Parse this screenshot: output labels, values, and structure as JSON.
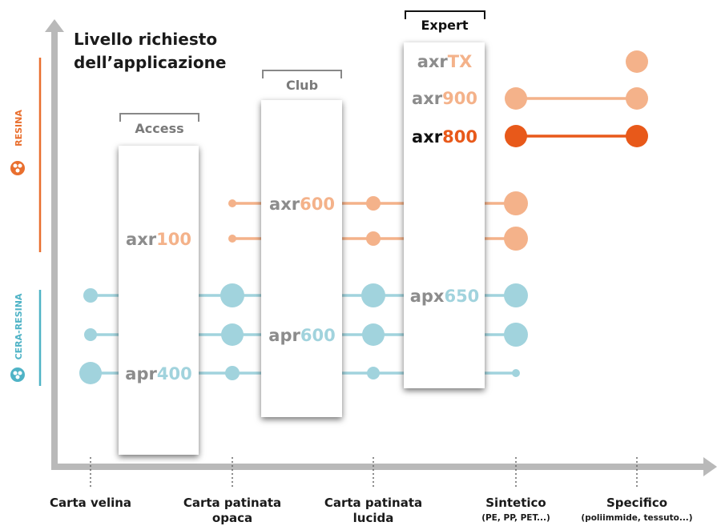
{
  "y_axis_title": [
    "Livello richiesto",
    "dell’applicazione"
  ],
  "side_labels": {
    "resin": "RESINA",
    "wax_resin": "CERA-RESINA"
  },
  "tiers": {
    "access": "Access",
    "club": "Club",
    "expert": "Expert"
  },
  "ribbons": {
    "axr100": {
      "prefix": "axr",
      "num": "100"
    },
    "apr400": {
      "prefix": "apr",
      "num": "400"
    },
    "axr600": {
      "prefix": "axr",
      "num": "600"
    },
    "apr600": {
      "prefix": "apr",
      "num": "600"
    },
    "axrtx": {
      "prefix": "axr",
      "num": "TX"
    },
    "axr900": {
      "prefix": "axr",
      "num": "900"
    },
    "axr800": {
      "prefix": "axr",
      "num": "800"
    },
    "apx650": {
      "prefix": "apx",
      "num": "650"
    }
  },
  "categories": [
    {
      "name": "Carta velina",
      "sub": ""
    },
    {
      "name": "Carta patinata",
      "sub": "opaca"
    },
    {
      "name": "Carta patinata",
      "sub": "lucida"
    },
    {
      "name": "Sintetico",
      "sub": "(PE, PP, PET...)"
    },
    {
      "name": "Specifico",
      "sub": "(poliimmide, tessuto...)"
    }
  ],
  "colors": {
    "axis": "#b9b9b9",
    "wax_resin": "#a1d3dd",
    "resin_light": "#f4b28a",
    "resin_dark": "#e8591a",
    "resin_bar": "#e96f2e",
    "wax_bar": "#4fb3c6",
    "gray_prefix": "#8c8c8c",
    "tier_text": "#7a7a7a"
  }
}
